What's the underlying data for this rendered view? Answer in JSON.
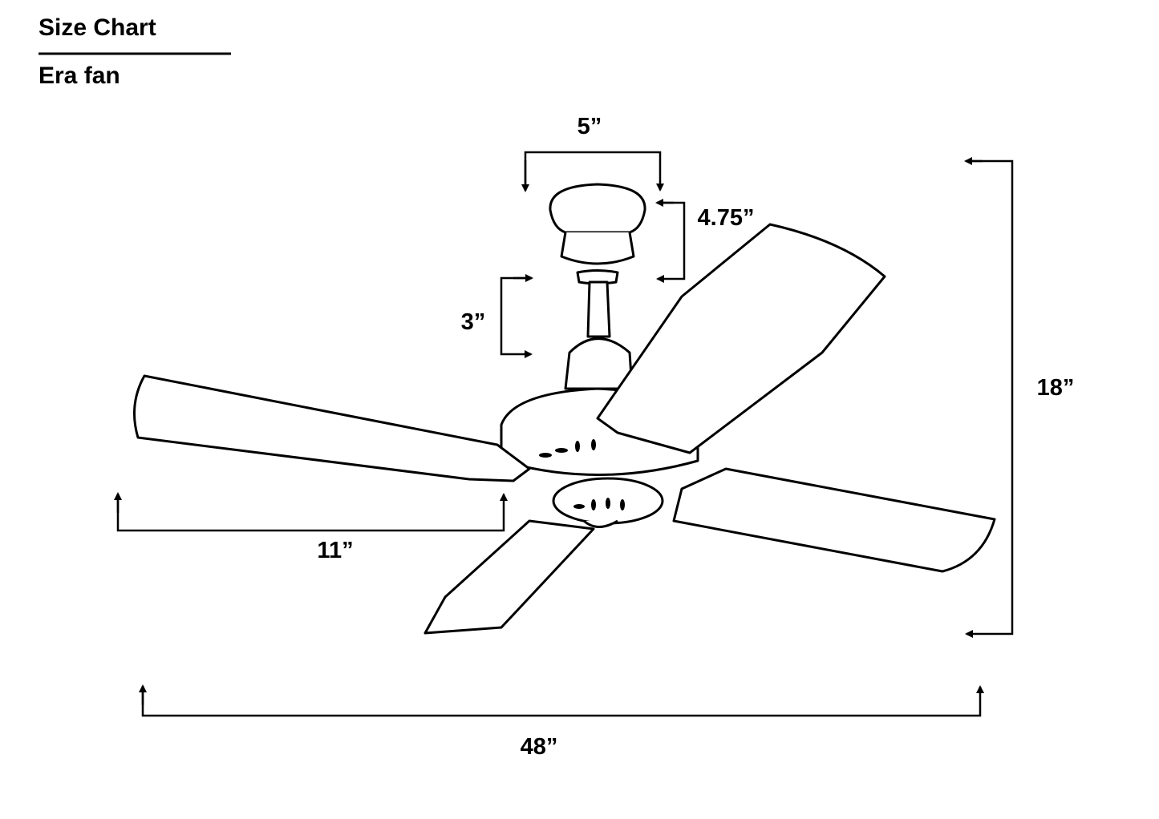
{
  "header": {
    "title": "Size Chart",
    "subtitle": "Era fan"
  },
  "dimensions": {
    "canopy_width": "5”",
    "canopy_height": "4.75”",
    "downrod": "3”",
    "total_height": "18”",
    "blade_length": "11”",
    "span": "48”"
  }
}
